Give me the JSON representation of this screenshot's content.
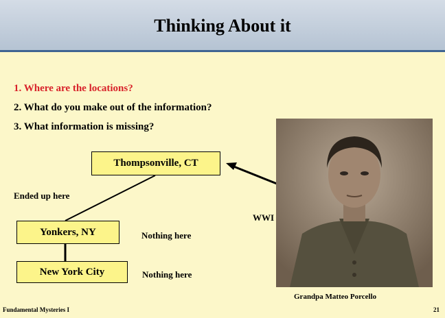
{
  "slide": {
    "title": "Thinking About it",
    "questions": [
      "1. Where are the locations?",
      "2. What do you make out of the information?",
      "3. What information is missing?"
    ],
    "locations": {
      "thompsonville": "Thompsonville, CT",
      "yonkers": "Yonkers, NY",
      "nyc": "New York City"
    },
    "notes": {
      "ended_up": "Ended up here",
      "wwi": "WWI",
      "nothing_1": "Nothing here",
      "nothing_2": "Nothing here"
    },
    "photo_caption": "Grandpa Matteo Porcello",
    "footer_left": "Fundamental Mysteries I",
    "page_number": "21"
  },
  "colors": {
    "background": "#fcf7c9",
    "box_fill": "#fcf48a",
    "active_question": "#d8222a",
    "header_border": "#3e6492"
  }
}
